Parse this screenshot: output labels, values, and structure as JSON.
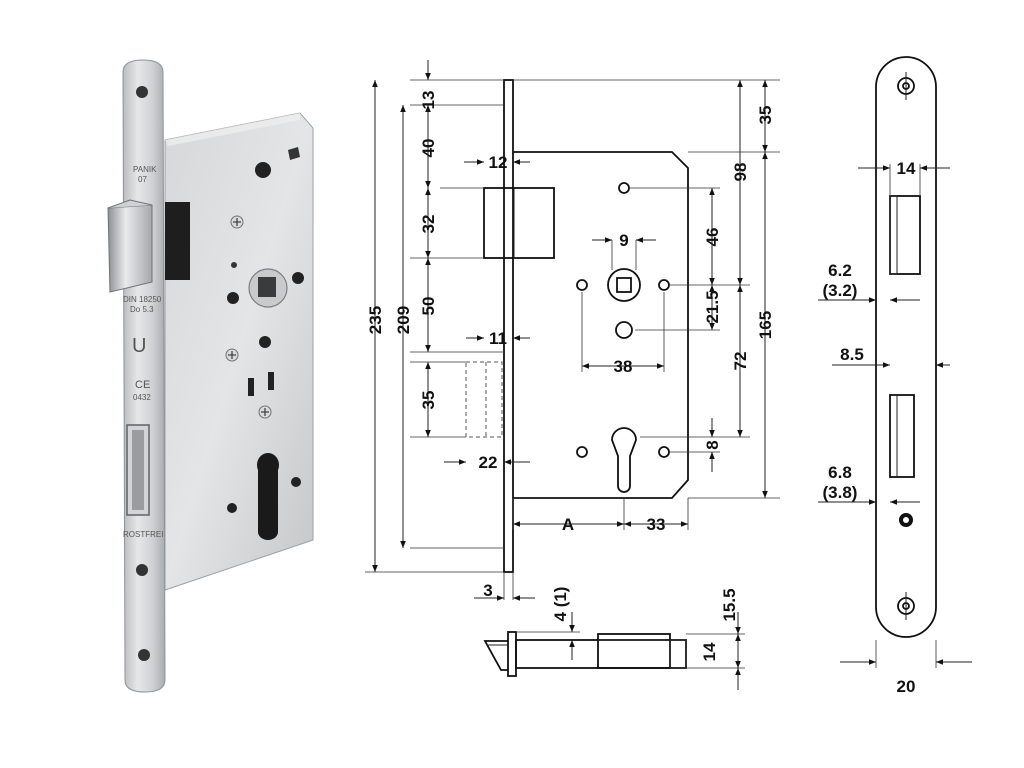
{
  "photo": {
    "engravings": {
      "panik": "PANIK",
      "model": "07",
      "din": "DIN 18250",
      "do": "Do 5.3",
      "u_mark": "U",
      "ce": "CE",
      "ce_number": "0432",
      "rostfrei": "ROSTFREI"
    }
  },
  "front_view": {
    "dims": {
      "d13": "13",
      "d40": "40",
      "d12": "12",
      "d32": "32",
      "d9": "9",
      "d46": "46",
      "d98": "98",
      "d35_top": "35",
      "d235": "235",
      "d209": "209",
      "d50": "50",
      "d21_5": "21.5",
      "d11": "11",
      "d165": "165",
      "d38": "38",
      "d72": "72",
      "d35": "35",
      "d22": "22",
      "d8": "8",
      "dA": "A",
      "d33": "33"
    }
  },
  "bottom_view": {
    "dims": {
      "d3": "3",
      "d4_1": "4 (1)",
      "d15_5": "15.5",
      "d14": "14"
    }
  },
  "faceplate_view": {
    "dims": {
      "d14": "14",
      "d6_2": "6.2",
      "d3_2": "(3.2)",
      "d8_5": "8.5",
      "d6_8": "6.8",
      "d3_8": "(3.8)",
      "d20": "20"
    }
  }
}
